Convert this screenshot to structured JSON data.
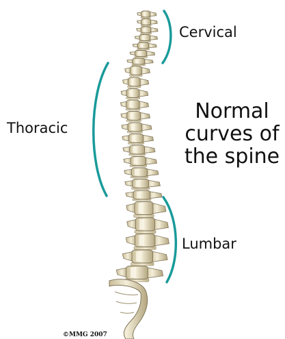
{
  "labels": {
    "cervical": "Cervical",
    "thoracic": "Thoracic",
    "lumbar": "Lumbar"
  },
  "title": {
    "line1": "Normal",
    "line2": "curves of",
    "line3": "the spine"
  },
  "copyright": "©MMG 2007",
  "colors": {
    "bracket": "#1a9a9a",
    "bone_light": "#f1ead2",
    "bone_shadow": "#b8ab85",
    "bone_outline": "#7f7458",
    "disc": "#e7dcc0"
  },
  "icons": {
    "spine_illustration": "spine-illustration"
  }
}
